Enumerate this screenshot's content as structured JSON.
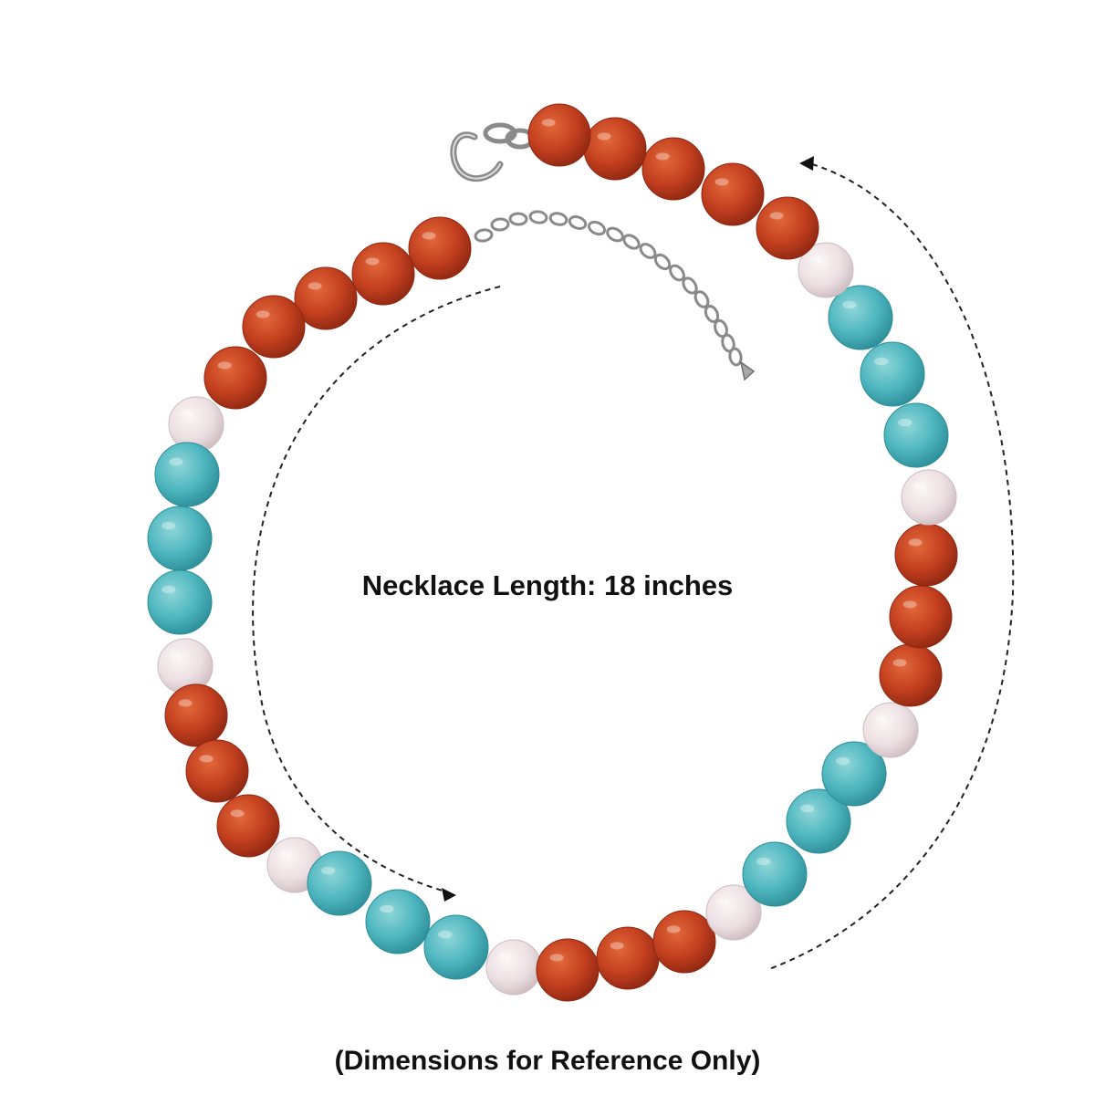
{
  "caption": {
    "length_label": "Necklace Length: 18 inches",
    "disclaimer": "(Dimensions for Reference Only)"
  },
  "beads": [
    "coral",
    "coral",
    "coral",
    "coral",
    "coral",
    "quartz",
    "turquoise",
    "turquoise",
    "turquoise",
    "quartz",
    "coral",
    "coral",
    "coral",
    "quartz",
    "turquoise",
    "turquoise",
    "turquoise",
    "quartz",
    "coral",
    "coral",
    "coral",
    "quartz",
    "turquoise",
    "turquoise",
    "turquoise",
    "quartz",
    "coral",
    "coral",
    "coral",
    "quartz",
    "turquoise",
    "turquoise",
    "turquoise",
    "quartz",
    "coral",
    "coral",
    "coral",
    "coral",
    "coral"
  ],
  "colors": {
    "coral": "#c4401f",
    "coral_light": "#e2683a",
    "coral_dark": "#8e2712",
    "turquoise": "#4fb7c0",
    "turquoise_light": "#8fd6d8",
    "turquoise_dark": "#2c8d98",
    "quartz": "#ecdfe2",
    "quartz_light": "#fbf6f7",
    "quartz_dark": "#cdbcc1",
    "metal": "#9a9a9a",
    "arrow": "#222222"
  },
  "icons": {
    "clasp": "lobster-clasp-icon",
    "arrowhead": "arrowhead-icon"
  }
}
